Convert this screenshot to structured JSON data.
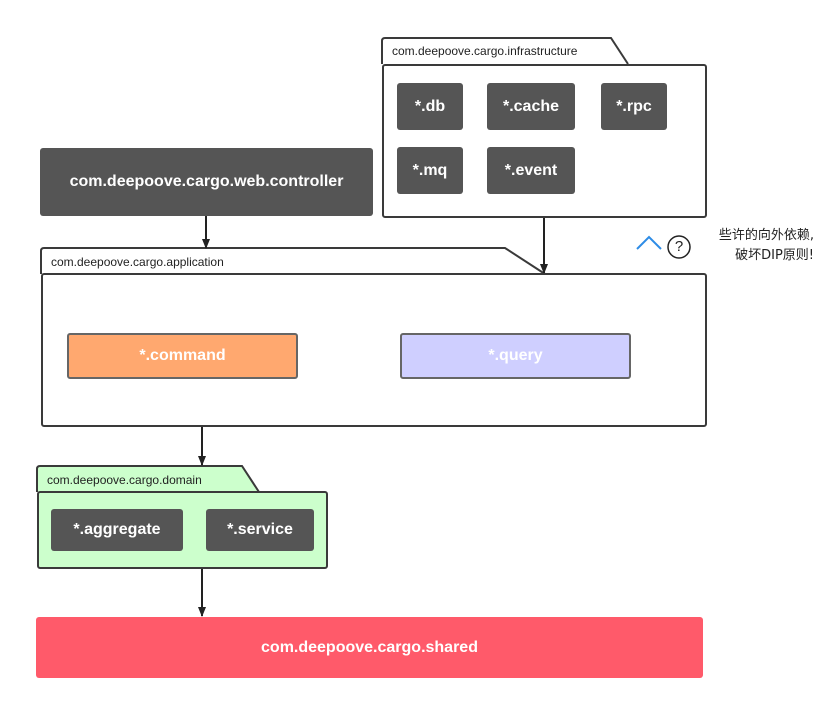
{
  "infrastructure": {
    "title": "com.deepoove.cargo.infrastructure",
    "modules": [
      {
        "label": "*.db"
      },
      {
        "label": "*.cache"
      },
      {
        "label": "*.rpc"
      },
      {
        "label": "*.mq"
      },
      {
        "label": "*.event"
      }
    ]
  },
  "controller": {
    "label": "com.deepoove.cargo.web.controller"
  },
  "application": {
    "title": "com.deepoove.cargo.application",
    "command_label": "*.command",
    "query_label": "*.query"
  },
  "domain": {
    "title": "com.deepoove.cargo.domain",
    "aggregate_label": "*.aggregate",
    "service_label": "*.service"
  },
  "shared": {
    "label": "com.deepoove.cargo.shared"
  },
  "annotation": {
    "help_symbol": "?",
    "line1": "些许的向外依赖,",
    "line2": "破坏DIP原则!"
  },
  "colors": {
    "module_dark": "#555555",
    "command": "#FFA86F",
    "query": "#CFCFFF",
    "domain": "#CCFFCC",
    "shared": "#FF5A6A",
    "accent": "#2E8CE6"
  }
}
